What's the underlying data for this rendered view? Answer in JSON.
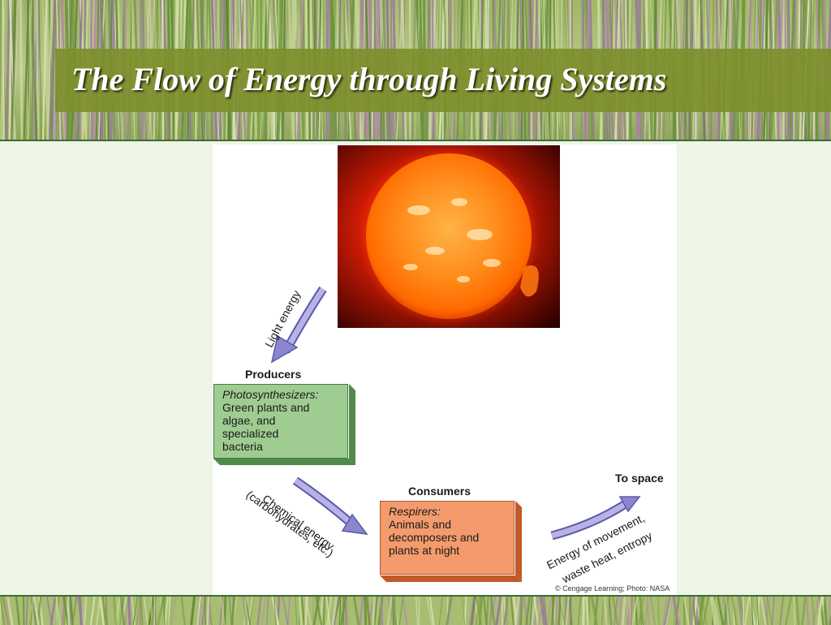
{
  "slide": {
    "title": "The Flow of Energy through Living Systems"
  },
  "diagram": {
    "light_energy_label": "Light energy",
    "producers": {
      "heading": "Producers",
      "role": "Photosynthesizers:",
      "description": "Green plants and\nalgae, and\nspecialized\nbacteria"
    },
    "chemical_energy_label_line1": "Chemical energy",
    "chemical_energy_label_line2": "(carbohydrates, etc.)",
    "consumers": {
      "heading": "Consumers",
      "role": "Respirers:",
      "description": "Animals and\ndecomposers and\nplants at night"
    },
    "to_space_label": "To space",
    "movement_energy_line1": "Energy of movement,",
    "movement_energy_line2": "waste heat, entropy",
    "credit": "© Cengage Learning; Photo: NASA"
  },
  "colors": {
    "title_band": "#7d8f2c",
    "producer_box": "#9fcc91",
    "consumer_box": "#f49b6d",
    "arrow": "#8b86d0",
    "background": "#eef4e6"
  }
}
